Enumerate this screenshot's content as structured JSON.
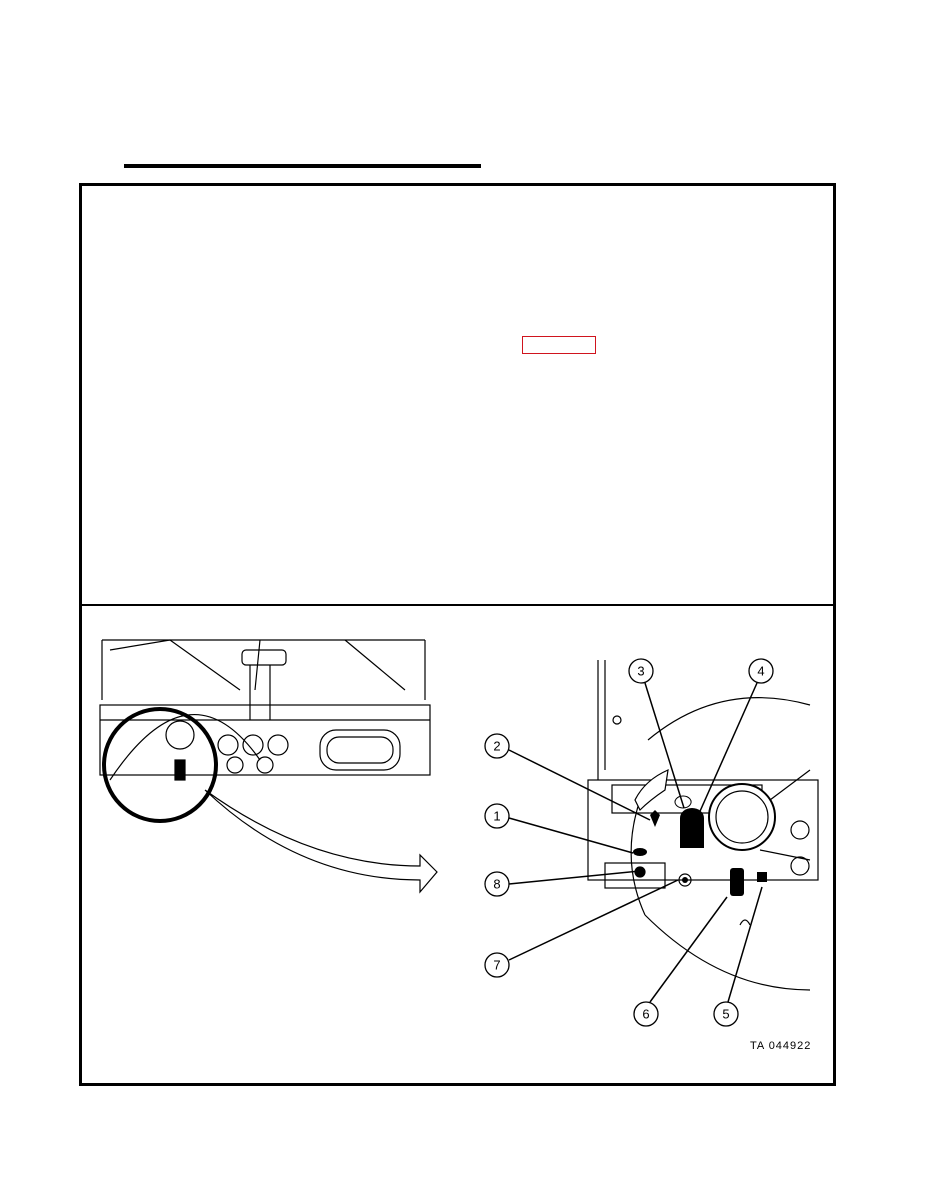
{
  "figure": {
    "callouts": [
      "1",
      "2",
      "3",
      "4",
      "5",
      "6",
      "7",
      "8"
    ],
    "code": "TA 044922",
    "accent_color": "#d0141e"
  }
}
